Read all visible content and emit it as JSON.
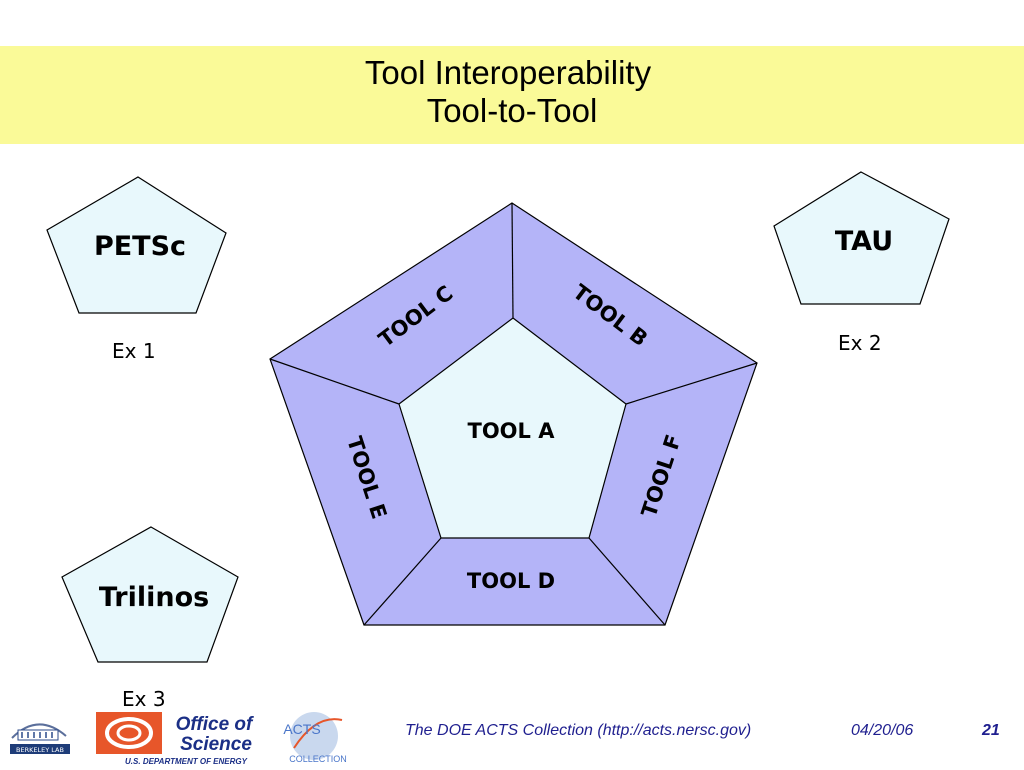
{
  "title": {
    "line1": "Tool Interoperability",
    "line2": "Tool-to-Tool"
  },
  "examples": [
    {
      "name": "PETSc",
      "caption": "Ex 1"
    },
    {
      "name": "TAU",
      "caption": "Ex 2"
    },
    {
      "name": "Trilinos",
      "caption": "Ex 3"
    }
  ],
  "pentagon": {
    "center_tool": "TOOL A",
    "ring_tools": [
      "TOOL C",
      "TOOL B",
      "TOOL E",
      "TOOL F",
      "TOOL D"
    ]
  },
  "footer": {
    "collection": "The DOE ACTS Collection (http://acts.nersc.gov)",
    "date": "04/20/06",
    "page": "21",
    "office_logo_line1": "Office of",
    "office_logo_line2": "Science",
    "office_logo_sub": "U.S. DEPARTMENT OF ENERGY",
    "acts_logo_line1": "ACTS",
    "acts_logo_line2": "COLLECTION",
    "lab_logo_text": "BERKELEY LAB"
  },
  "colors": {
    "title_band": "#fafa98",
    "small_pentagon_fill": "#e8f8fc",
    "ring_fill": "#b4b4f8",
    "center_fill": "#e8f8fc",
    "footer_text": "#1f1f8f"
  },
  "icons": [
    "berkeley-lab-logo",
    "office-of-science-logo",
    "acts-collection-logo"
  ]
}
